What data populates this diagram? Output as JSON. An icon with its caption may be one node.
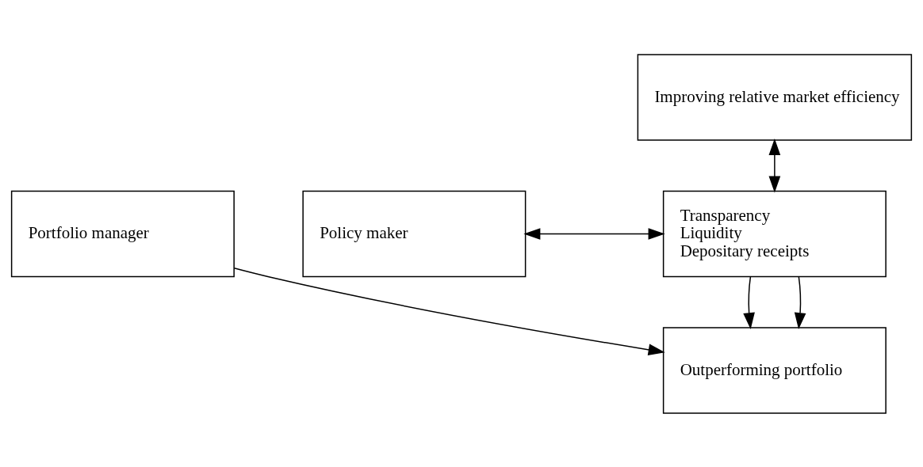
{
  "diagram": {
    "nodes": [
      {
        "text": [
          "Improving relative market efficiency"
        ]
      },
      {
        "text": [
          "Policy maker"
        ]
      },
      {
        "text": [
          "Transparency",
          "Liquidity",
          "Depositary receipts"
        ]
      },
      {
        "text": [
          "Portfolio manager"
        ]
      },
      {
        "text": [
          "Outperforming portfolio"
        ]
      }
    ],
    "edges": [
      {
        "from": 0,
        "to": 2,
        "arrow": "both"
      },
      {
        "from": 1,
        "to": 2,
        "arrow": "both"
      },
      {
        "from": 2,
        "to": 4,
        "arrow": "to"
      },
      {
        "from": 2,
        "to": 4,
        "arrow": "to"
      },
      {
        "from": 3,
        "to": 4,
        "arrow": "to"
      }
    ]
  }
}
